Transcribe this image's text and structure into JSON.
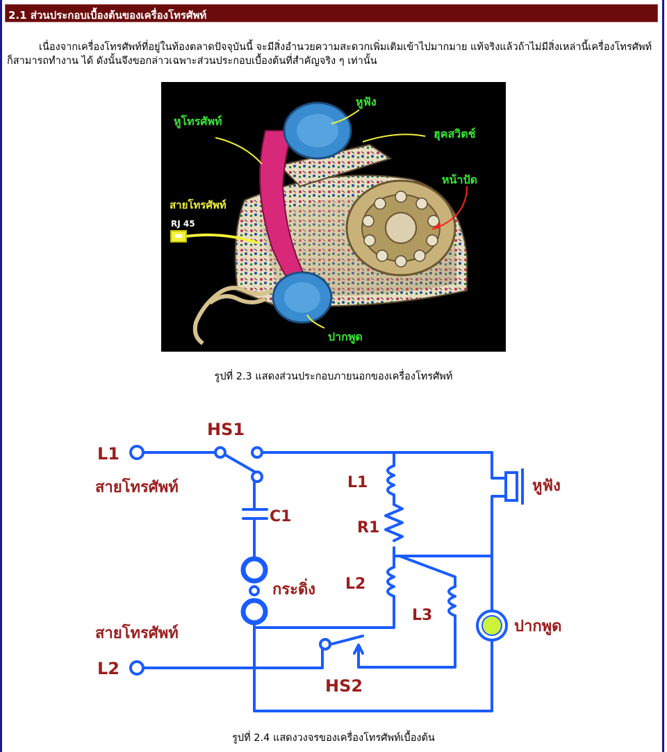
{
  "section": {
    "title": "2.1 ส่วนประกอบเบื้องต้นของเครื่องโทรศัพท์"
  },
  "intro_paragraph": "เนื่องจากเครื่องโทรศัพท์ที่อยู่ในท้องตลาดปัจจุบันนี้ จะมีสิ่งอำนวยความสะดวกเพิ่มเติมเข้าไปมากมาย แท้จริงแล้วถ้าไม่มีสิ่งเหล่านี้เครื่องโทรศัพท์ก็สามารถทำงาน ได้ ดังนั้นจึงขอกล่าวเฉพาะส่วนประกอบเบื้องต้นที่สำคัญจริง ๆ เท่านั้น",
  "figure_2_3": {
    "labels": {
      "handset": "หูโทรศัพท์",
      "earpiece": "หูฟัง",
      "hook_switch": "ฮุคสวิตช์",
      "dial": "หน้าปัด",
      "line_cord": "สายโทรศัพท์",
      "rj": "RJ 45",
      "mouthpiece": "ปากพูด"
    },
    "label_color": "#39e639",
    "caption": "รูปที่ 2.3 แสดงส่วนประกอบภายนอกของเครื่องโทรศัพท์"
  },
  "figure_2_4": {
    "labels": {
      "hs1": "HS1",
      "hs2": "HS2",
      "l1_terminal": "L1",
      "l2_terminal": "L2",
      "line_top": "สายโทรศัพท์",
      "line_bottom": "สายโทรศัพท์",
      "c1": "C1",
      "ringer": "กระดิ่ง",
      "l1_coil": "L1",
      "r1": "R1",
      "l2_coil": "L2",
      "l3_coil": "L3",
      "earpiece": "หูฟัง",
      "mouthpiece": "ปากพูด"
    },
    "wire_color": "#1a5cff",
    "label_color": "#9b1c1c",
    "caption": "รูปที่ 2.4 แสดงวงจรของเครื่องโทรศัพท์เบื้องต้น"
  }
}
